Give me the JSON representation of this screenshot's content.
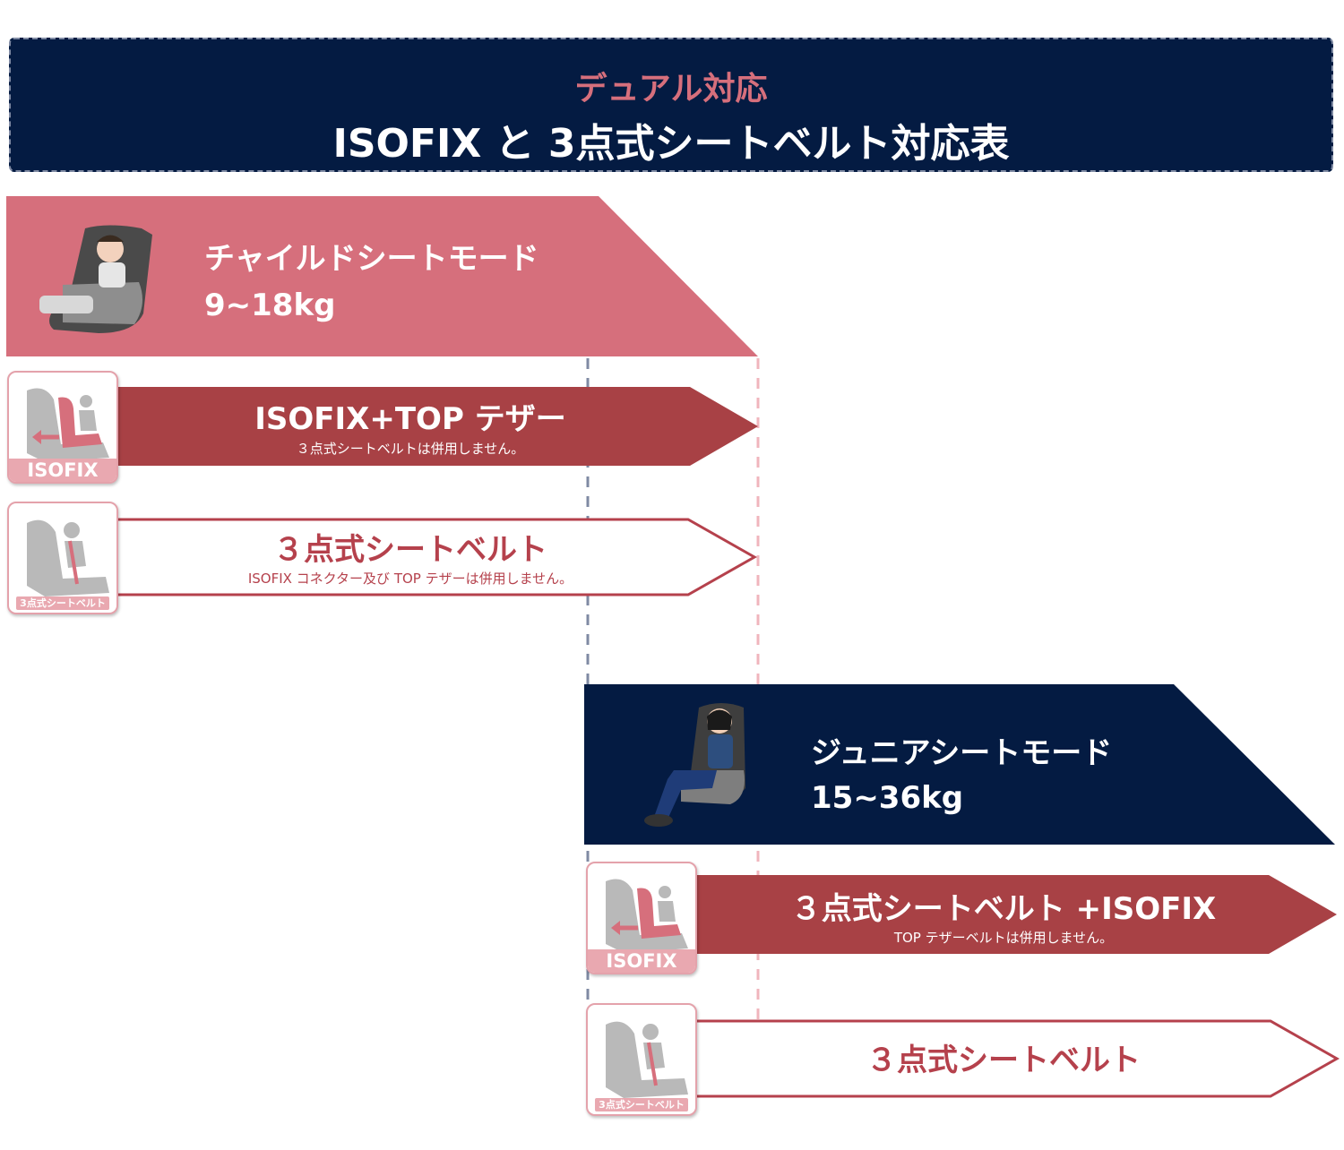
{
  "header": {
    "subtitle": "デュアル対応",
    "title": "ISOFIX と 3点式シートベルト対応表"
  },
  "colors": {
    "navy": "#041b42",
    "pink": "#d66f7c",
    "red": "#a84145",
    "outline_red": "#b5414c",
    "light_pink": "#e9a8b0"
  },
  "child_mode": {
    "title": "チャイルドシートモード",
    "weight": "9~18kg",
    "isofix_option": {
      "label": "ISOFIX+TOP テザー",
      "note": "３点式シートベルトは併用しません。",
      "icon_label": "ISOFIX"
    },
    "belt_option": {
      "label": "３点式シートベルト",
      "note": "ISOFIX コネクター及び TOP テザーは併用しません。",
      "icon_label": "3点式シートベルト"
    }
  },
  "junior_mode": {
    "title": "ジュニアシートモード",
    "weight": "15~36kg",
    "isofix_option": {
      "label": "３点式シートベルト +ISOFIX",
      "note": "TOP テザーベルトは併用しません。",
      "icon_label": "ISOFIX"
    },
    "belt_option": {
      "label": "３点式シートベルト",
      "icon_label": "3点式シートベルト"
    }
  }
}
